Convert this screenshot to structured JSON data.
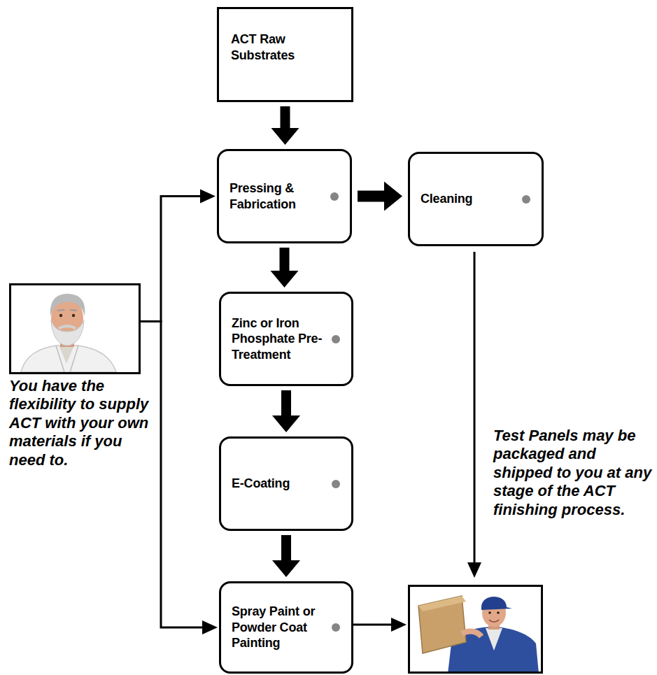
{
  "diagram": {
    "nodes": [
      {
        "text": [
          "ACT Raw Substrates"
        ]
      },
      {
        "text": [
          "Pressing & Fabrication"
        ]
      },
      {
        "text": [
          "Cleaning"
        ]
      },
      {
        "text": [
          "You have the flexibility to supply ACT with your own materials if you need to."
        ]
      },
      {
        "text": [
          "Zinc or Iron Phosphate Pre-Treatment"
        ]
      },
      {
        "text": [
          "E-Coating"
        ]
      },
      {
        "text": [
          "Spray Paint or Powder Coat Painting"
        ]
      },
      {
        "text": []
      }
    ],
    "edges": [
      {
        "from": 0,
        "to": 1,
        "arrow": "to"
      },
      {
        "from": 1,
        "to": 2,
        "arrow": "to"
      },
      {
        "from": 1,
        "to": 4,
        "arrow": "to"
      },
      {
        "from": 4,
        "to": 5,
        "arrow": "to"
      },
      {
        "from": 5,
        "to": 6,
        "arrow": "to"
      },
      {
        "from": 6,
        "to": 7,
        "arrow": "to"
      },
      {
        "from": 2,
        "to": 7,
        "arrow": "to",
        "label": "Test Panels may be packaged and shipped to you at any stage of the ACT finishing process."
      },
      {
        "from": 3,
        "to": 1,
        "arrow": "to"
      },
      {
        "from": 3,
        "to": 6,
        "arrow": "to"
      }
    ]
  }
}
